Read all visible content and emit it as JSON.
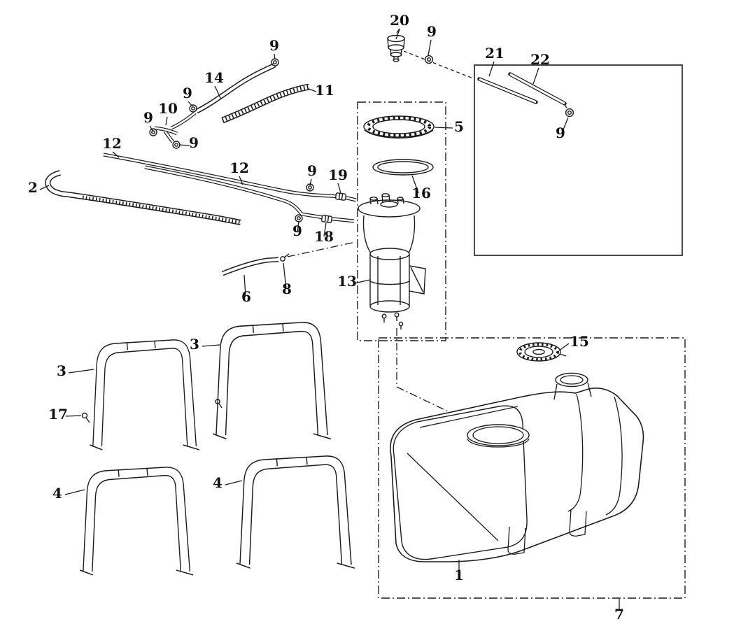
{
  "page": {
    "background_color": "#ffffff",
    "line_color": "#1c1c1c"
  },
  "diagram": {
    "kind": "exploded-parts-diagram",
    "callouts": [
      {
        "label": "20"
      },
      {
        "label": "9"
      },
      {
        "label": "21"
      },
      {
        "label": "22"
      },
      {
        "label": "9"
      },
      {
        "label": "14"
      },
      {
        "label": "11"
      },
      {
        "label": "9"
      },
      {
        "label": "10"
      },
      {
        "label": "9"
      },
      {
        "label": "12"
      },
      {
        "label": "9"
      },
      {
        "label": "5"
      },
      {
        "label": "9"
      },
      {
        "label": "2"
      },
      {
        "label": "12"
      },
      {
        "label": "9"
      },
      {
        "label": "19"
      },
      {
        "label": "16"
      },
      {
        "label": "9"
      },
      {
        "label": "18"
      },
      {
        "label": "13"
      },
      {
        "label": "8"
      },
      {
        "label": "6"
      },
      {
        "label": "3"
      },
      {
        "label": "15"
      },
      {
        "label": "3"
      },
      {
        "label": "17"
      },
      {
        "label": "4"
      },
      {
        "label": "4"
      },
      {
        "label": "1"
      },
      {
        "label": "7"
      }
    ]
  }
}
